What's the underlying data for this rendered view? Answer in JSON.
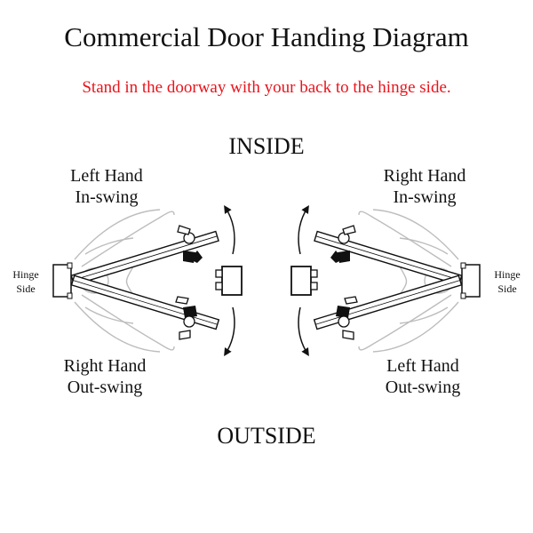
{
  "title": "Commercial Door Handing Diagram",
  "instruction": "Stand in the doorway with your back to the hinge side.",
  "zones": {
    "inside": "INSIDE",
    "outside": "OUTSIDE"
  },
  "left_door": {
    "hinge_label_1": "Hinge",
    "hinge_label_2": "Side",
    "top_label_1": "Left Hand",
    "top_label_2": "In-swing",
    "bottom_label_1": "Right Hand",
    "bottom_label_2": "Out-swing"
  },
  "right_door": {
    "hinge_label_1": "Hinge",
    "hinge_label_2": "Side",
    "top_label_1": "Right Hand",
    "top_label_2": "In-swing",
    "bottom_label_1": "Left Hand",
    "bottom_label_2": "Out-swing"
  },
  "colors": {
    "instruction": "#e8141c",
    "text": "#111111",
    "sketch": "#bdbdbd"
  }
}
